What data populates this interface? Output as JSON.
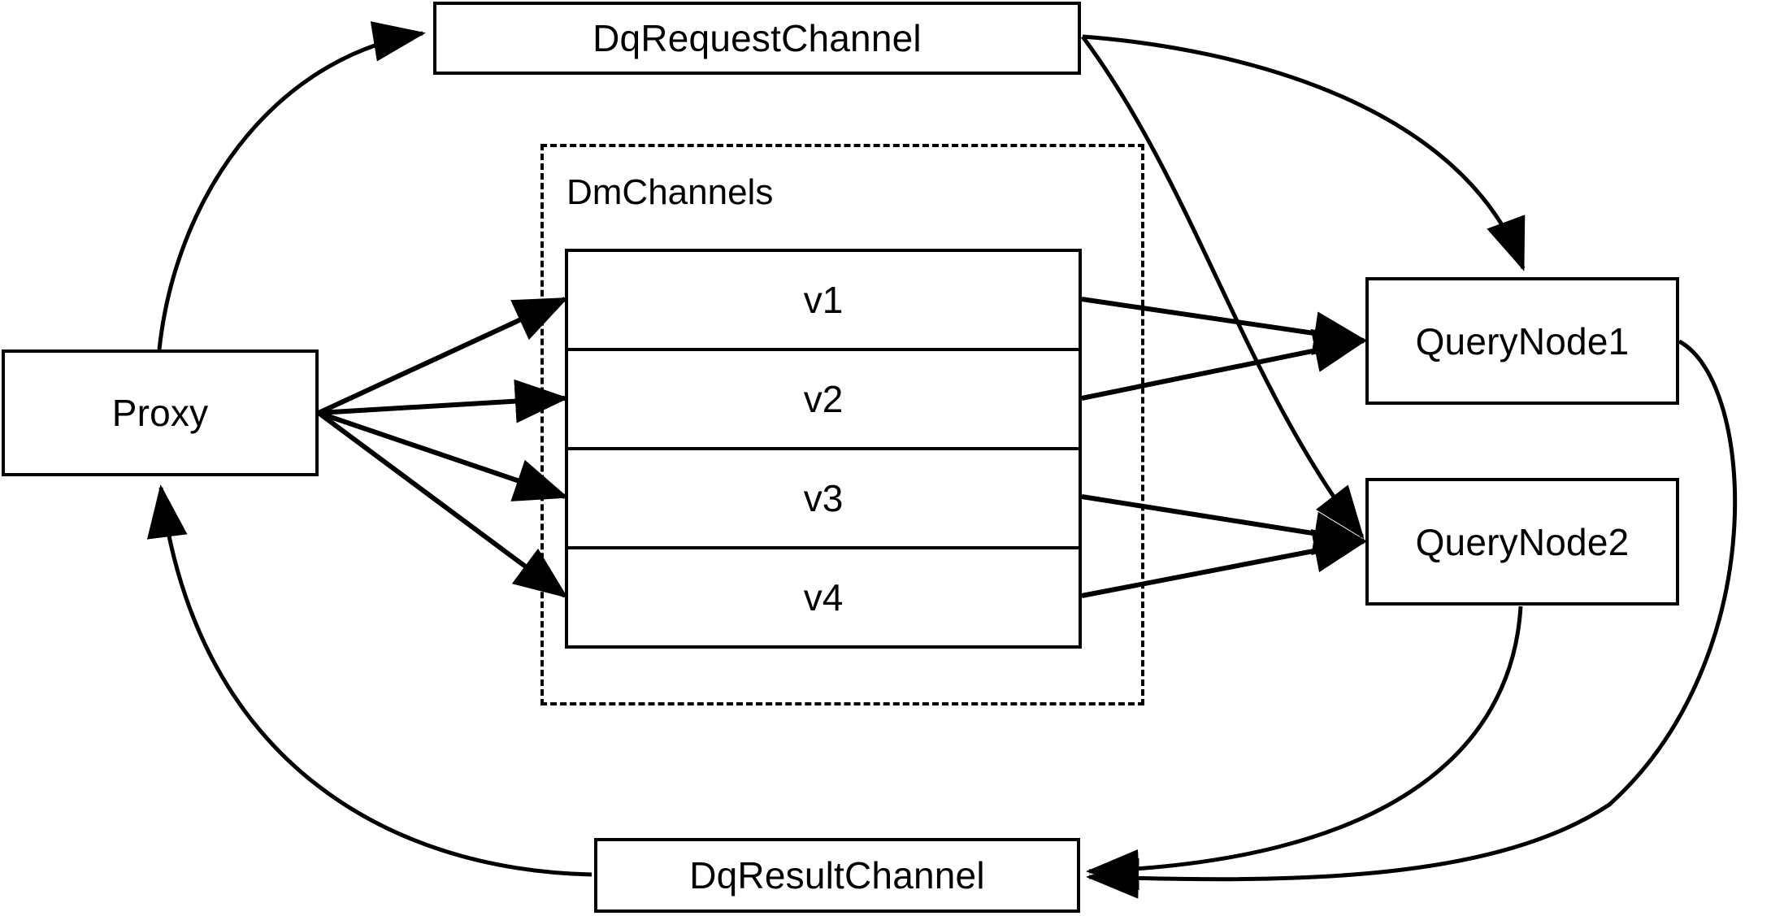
{
  "diagram": {
    "title": "Milvus distributed query channel dataflow",
    "stroke_color": "#000000",
    "background_color": "#ffffff"
  },
  "nodes": {
    "proxy": {
      "label": "Proxy"
    },
    "dq_request_channel": {
      "label": "DqRequestChannel"
    },
    "dq_result_channel": {
      "label": "DqResultChannel"
    },
    "query_node_1": {
      "label": "QueryNode1"
    },
    "query_node_2": {
      "label": "QueryNode2"
    }
  },
  "group": {
    "label": "DmChannels",
    "style": "dashed"
  },
  "channels": [
    {
      "label": "v1"
    },
    {
      "label": "v2"
    },
    {
      "label": "v3"
    },
    {
      "label": "v4"
    }
  ],
  "edges": [
    {
      "name": "proxy-to-dq-request-channel",
      "from": "Proxy",
      "to": "DqRequestChannel",
      "style": "curved",
      "arrow": "to"
    },
    {
      "name": "proxy-to-v1",
      "from": "Proxy",
      "to": "v1",
      "style": "straight",
      "arrow": "to"
    },
    {
      "name": "proxy-to-v2",
      "from": "Proxy",
      "to": "v2",
      "style": "straight",
      "arrow": "to"
    },
    {
      "name": "proxy-to-v3",
      "from": "Proxy",
      "to": "v3",
      "style": "straight",
      "arrow": "to"
    },
    {
      "name": "proxy-to-v4",
      "from": "Proxy",
      "to": "v4",
      "style": "straight",
      "arrow": "to"
    },
    {
      "name": "v1-to-query-node-1",
      "from": "v1",
      "to": "QueryNode1",
      "style": "straight",
      "arrow": "to"
    },
    {
      "name": "v2-to-query-node-1",
      "from": "v2",
      "to": "QueryNode1",
      "style": "straight",
      "arrow": "to"
    },
    {
      "name": "v3-to-query-node-2",
      "from": "v3",
      "to": "QueryNode2",
      "style": "straight",
      "arrow": "to"
    },
    {
      "name": "v4-to-query-node-2",
      "from": "v4",
      "to": "QueryNode2",
      "style": "straight",
      "arrow": "to"
    },
    {
      "name": "dq-request-channel-to-query-node-1",
      "from": "DqRequestChannel",
      "to": "QueryNode1",
      "style": "curved",
      "arrow": "to"
    },
    {
      "name": "dq-request-channel-to-query-node-2",
      "from": "DqRequestChannel",
      "to": "QueryNode2",
      "style": "curved",
      "arrow": "to"
    },
    {
      "name": "query-node-1-to-dq-result-channel",
      "from": "QueryNode1",
      "to": "DqResultChannel",
      "style": "curved",
      "arrow": "to"
    },
    {
      "name": "query-node-2-to-dq-result-channel",
      "from": "QueryNode2",
      "to": "DqResultChannel",
      "style": "curved",
      "arrow": "to"
    },
    {
      "name": "dq-result-channel-to-proxy",
      "from": "DqResultChannel",
      "to": "Proxy",
      "style": "curved",
      "arrow": "to"
    }
  ]
}
